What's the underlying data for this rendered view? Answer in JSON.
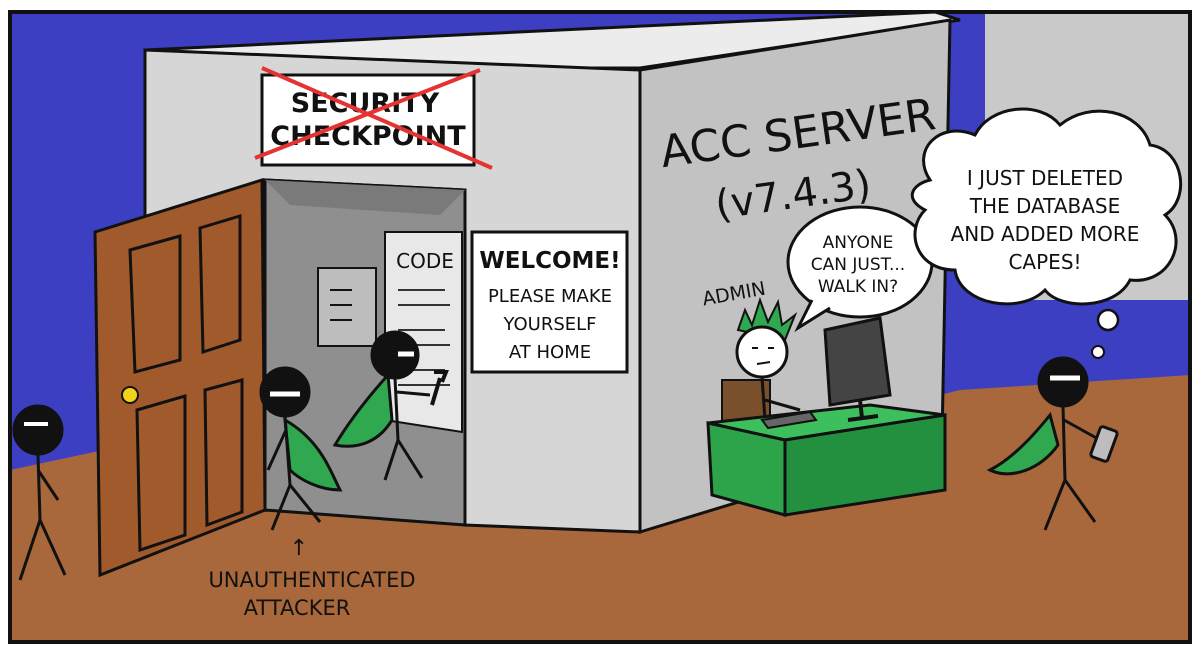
{
  "colors": {
    "wall_blue": "#3d3fc2",
    "floor_brown": "#a8683b",
    "box_light": "#d9d9d9",
    "box_side": "#c4c4c4",
    "box_interior": "#9a9a9a",
    "door_brown": "#a05a2c",
    "cape_green": "#2fa84f",
    "desk_green": "#2da34a",
    "knob_yellow": "#f2d21b",
    "strike_red": "#e53333"
  },
  "signs": {
    "security_line1": "SECURITY",
    "security_line2": "CHECKPOINT",
    "code_label": "CODE",
    "welcome_title": "WELCOME!",
    "welcome_line1": "PLEASE MAKE",
    "welcome_line2": "YOURSELF",
    "welcome_line3": "AT HOME"
  },
  "server": {
    "title": "ACC SERVER",
    "version": "(v7.4.3)"
  },
  "labels": {
    "admin": "ADMIN",
    "attacker_line1": "UNAUTHENTICATED",
    "attacker_line2": "ATTACKER",
    "arrow": "↑"
  },
  "speech": {
    "admin_line1": "ANYONE",
    "admin_line2": "CAN JUST...",
    "admin_line3": "WALK IN?"
  },
  "thought": {
    "line1": "I JUST DELETED",
    "line2": "THE DATABASE",
    "line3": "AND ADDED MORE",
    "line4": "CAPES!"
  }
}
